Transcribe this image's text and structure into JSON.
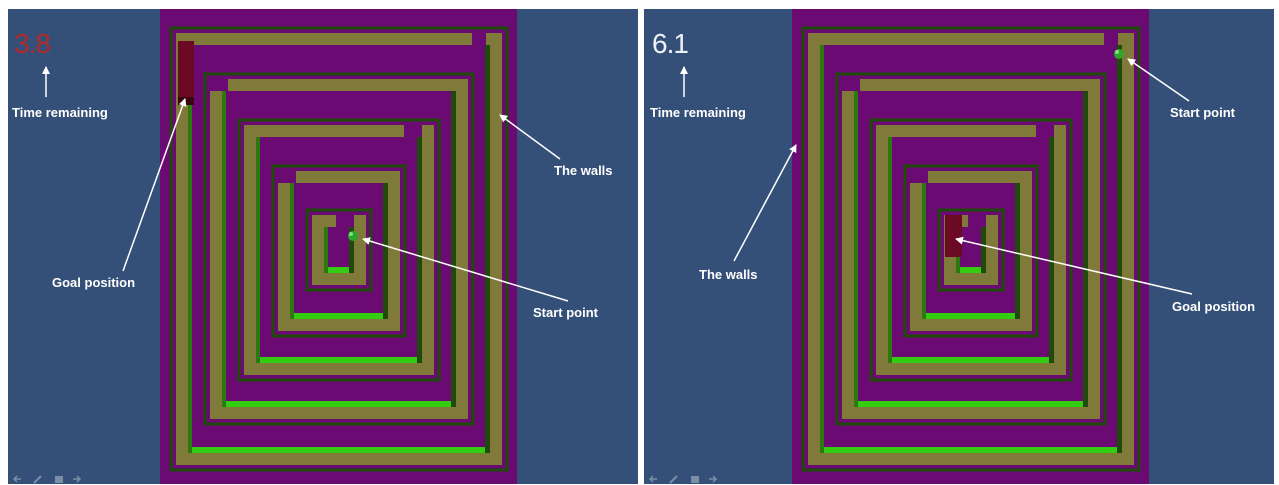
{
  "colors": {
    "background": "#355078",
    "maze_floor": "#6a0a72",
    "wall_top": "#807a3a",
    "wall_face_light": "#33cc11",
    "wall_face_dark": "#1f4a0a",
    "goal": "#6b0a22",
    "ball": "#2ea62e",
    "timer_left": "#b02a2a",
    "timer_right": "#eef2f8"
  },
  "left_panel": {
    "timer_value": "3.8",
    "time_label": "Time remaining",
    "walls_label": "The walls",
    "goal_label": "Goal position",
    "start_label": "Start point"
  },
  "right_panel": {
    "timer_value": "6.1",
    "time_label": "Time remaining",
    "walls_label": "The walls",
    "goal_label": "Goal position",
    "start_label": "Start point"
  },
  "icons": [
    "arrow-left-icon",
    "pen-icon",
    "slide-icon",
    "arrow-right-icon"
  ]
}
